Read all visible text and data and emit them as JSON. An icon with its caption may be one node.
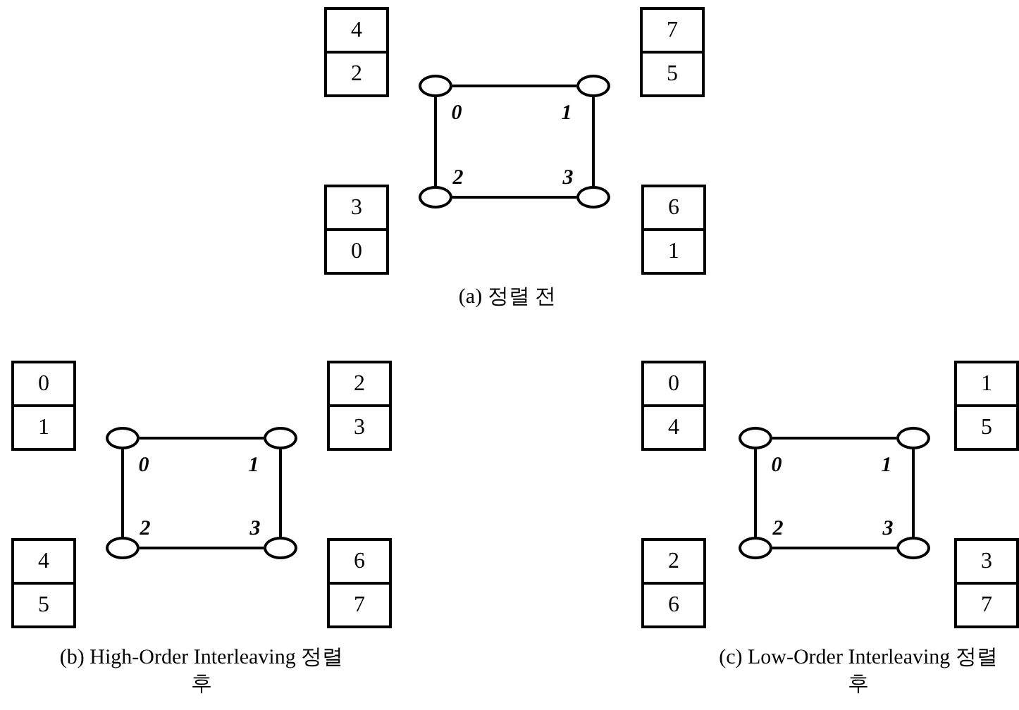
{
  "diagram": {
    "nodes": [
      {
        "text": [
          "4",
          "2"
        ]
      },
      {
        "text": [
          "7",
          "5"
        ]
      },
      {
        "text": [],
        "shape": "ellipse",
        "beside": [
          "0"
        ]
      },
      {
        "text": [],
        "shape": "ellipse",
        "beside": [
          "1"
        ]
      },
      {
        "text": [],
        "shape": "ellipse",
        "beside": [
          "2"
        ]
      },
      {
        "text": [],
        "shape": "ellipse",
        "beside": [
          "3"
        ]
      },
      {
        "text": [
          "3",
          "0"
        ]
      },
      {
        "text": [
          "6",
          "1"
        ]
      },
      {
        "text": [
          "0",
          "1"
        ]
      },
      {
        "text": [
          "2",
          "3"
        ]
      },
      {
        "text": [],
        "shape": "ellipse",
        "beside": [
          "0"
        ]
      },
      {
        "text": [],
        "shape": "ellipse",
        "beside": [
          "1"
        ]
      },
      {
        "text": [],
        "shape": "ellipse",
        "beside": [
          "2"
        ]
      },
      {
        "text": [],
        "shape": "ellipse",
        "beside": [
          "3"
        ]
      },
      {
        "text": [
          "4",
          "5"
        ]
      },
      {
        "text": [
          "6",
          "7"
        ]
      },
      {
        "text": [
          "0",
          "4"
        ]
      },
      {
        "text": [
          "1",
          "5"
        ]
      },
      {
        "text": [],
        "shape": "ellipse",
        "beside": [
          "0"
        ]
      },
      {
        "text": [],
        "shape": "ellipse",
        "beside": [
          "1"
        ]
      },
      {
        "text": [],
        "shape": "ellipse",
        "beside": [
          "2"
        ]
      },
      {
        "text": [],
        "shape": "ellipse",
        "beside": [
          "3"
        ]
      },
      {
        "text": [
          "2",
          "6"
        ]
      },
      {
        "text": [
          "3",
          "7"
        ]
      }
    ],
    "edges": [
      {
        "from": 2,
        "to": 3,
        "arrow": "none"
      },
      {
        "from": 2,
        "to": 4,
        "arrow": "none"
      },
      {
        "from": 3,
        "to": 5,
        "arrow": "none"
      },
      {
        "from": 4,
        "to": 5,
        "arrow": "none"
      },
      {
        "from": 10,
        "to": 11,
        "arrow": "none"
      },
      {
        "from": 10,
        "to": 12,
        "arrow": "none"
      },
      {
        "from": 11,
        "to": 13,
        "arrow": "none"
      },
      {
        "from": 12,
        "to": 13,
        "arrow": "none"
      },
      {
        "from": 18,
        "to": 19,
        "arrow": "none"
      },
      {
        "from": 18,
        "to": 20,
        "arrow": "none"
      },
      {
        "from": 19,
        "to": 21,
        "arrow": "none"
      },
      {
        "from": 20,
        "to": 21,
        "arrow": "none"
      }
    ],
    "labels": [
      "(a) 정렬 전",
      "(b) High-Order Interleaving 정렬 후",
      "(c) Low-Order Interleaving 정렬 후"
    ]
  }
}
